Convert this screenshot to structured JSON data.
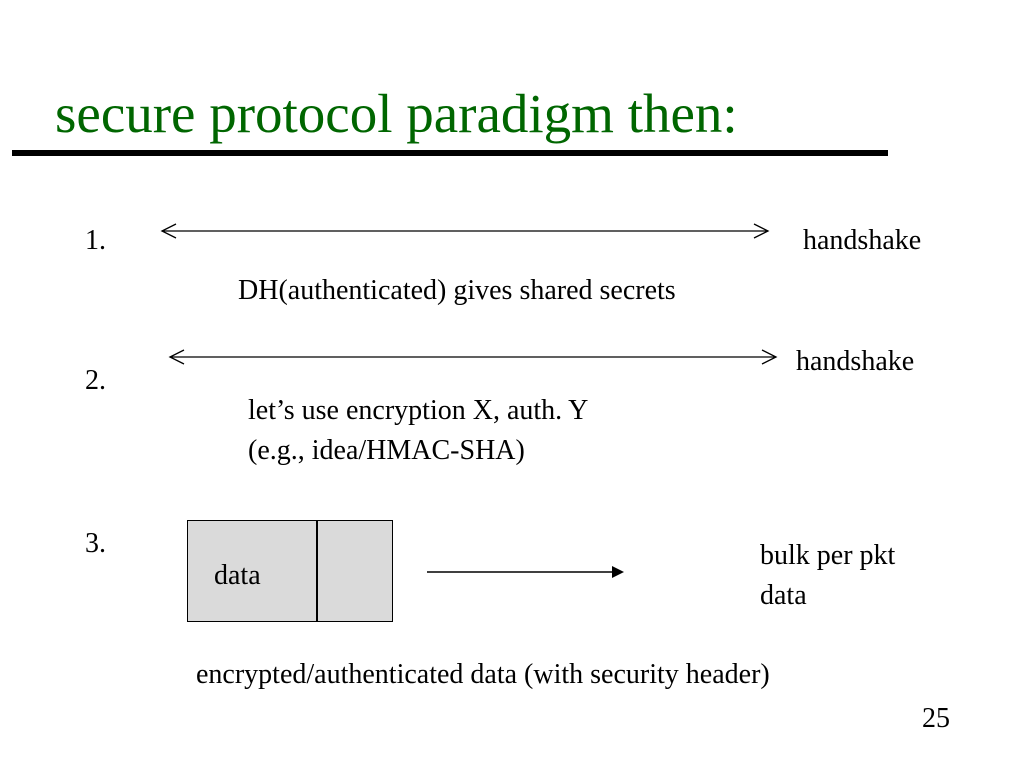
{
  "slide": {
    "title": "secure protocol paradigm then:",
    "page_number": "25",
    "colors": {
      "title": "#006600",
      "packet_fill": "#dadada"
    }
  },
  "step1": {
    "number": "1.",
    "arrow_label": "handshake",
    "caption": "DH(authenticated) gives shared secrets"
  },
  "step2": {
    "number": "2.",
    "arrow_label": "handshake",
    "caption_line1": "let’s use encryption X, auth. Y",
    "caption_line2": "(e.g., idea/HMAC-SHA)"
  },
  "step3": {
    "number": "3.",
    "packet_label": "data",
    "side_label_line1": "bulk per pkt",
    "side_label_line2": "data",
    "caption": "encrypted/authenticated data (with security header)"
  }
}
